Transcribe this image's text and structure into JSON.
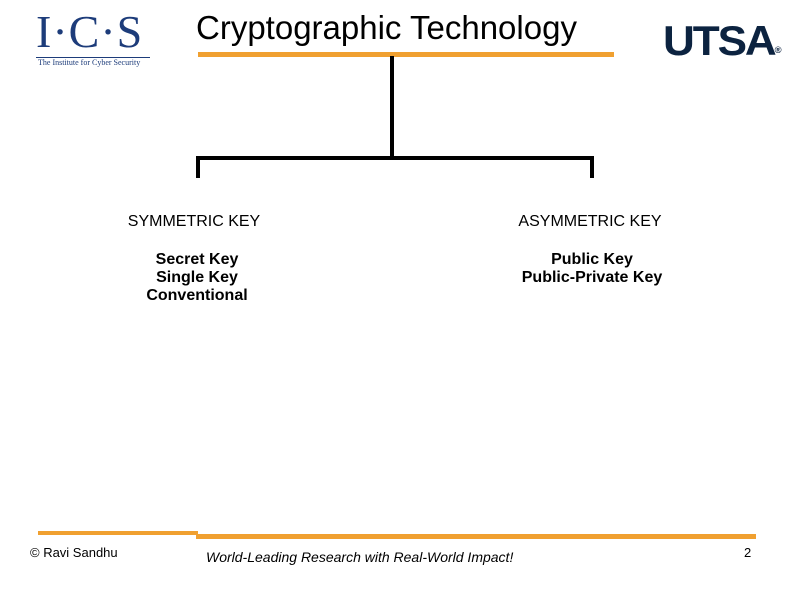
{
  "logos": {
    "ics_mark": "I·C·S",
    "ics_subtitle": "The Institute for Cyber Security",
    "utsa": "UTSA",
    "utsa_registered": "®"
  },
  "slide": {
    "title": "Cryptographic Technology"
  },
  "tree": {
    "left": {
      "heading": "SYMMETRIC KEY",
      "synonyms": [
        "Secret Key",
        "Single Key",
        "Conventional"
      ]
    },
    "right": {
      "heading": "ASYMMETRIC KEY",
      "synonyms": [
        "Public Key",
        "Public-Private Key"
      ]
    }
  },
  "footer": {
    "copyright": "© Ravi  Sandhu",
    "tagline": "World-Leading Research with Real-World Impact!",
    "page_number": "2"
  },
  "colors": {
    "accent": "#f0a030",
    "ics_blue": "#1d3c7a",
    "utsa_navy": "#0c2340"
  }
}
